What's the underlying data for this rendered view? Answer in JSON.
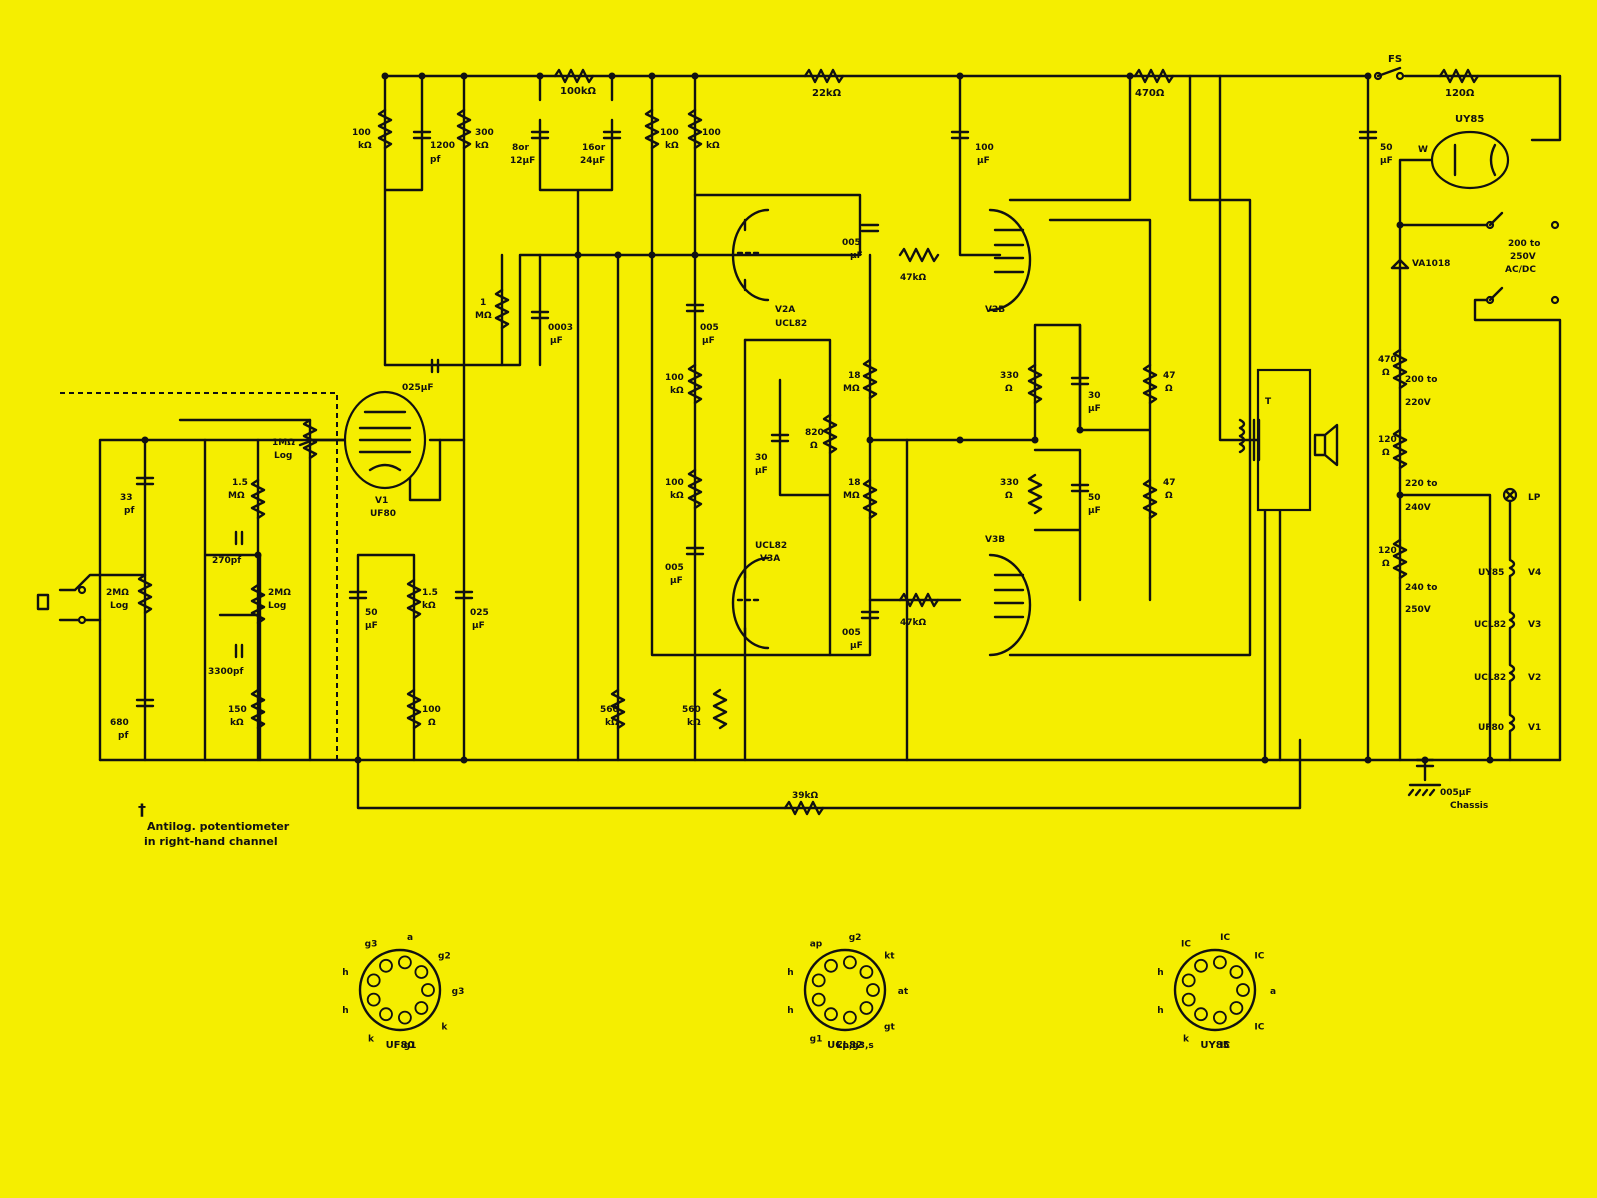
{
  "colors": {
    "background": "#f5ee00",
    "ink": "#111111"
  },
  "labels": {
    "r_100k_top": "100kΩ",
    "r_22k": "22kΩ",
    "r_470_top": "470Ω",
    "r_120_top": "120Ω",
    "fs": "FS",
    "uy85_top": "UY85",
    "r_100_v1a": "100",
    "r_100_v1b": "kΩ",
    "c_1200a": "1200",
    "c_1200b": "pf",
    "r_300a": "300",
    "r_300b": "kΩ",
    "c_8a": "8or",
    "c_8b": "12µF",
    "c_16a": "16or",
    "c_16b": "24µF",
    "r_100_b1": "100",
    "r_100_b2": "kΩ",
    "r_100_c1": "100",
    "r_100_c2": "kΩ",
    "c_100uf_a": "100",
    "c_100uf_b": "µF",
    "c_50_top_a": "50",
    "c_50_top_b": "µF",
    "r_1m_a": "1",
    "r_1m_b": "MΩ",
    "c_0003a": "0003",
    "c_0003b": "µF",
    "c_025a": "025µF",
    "c_005_v2a_a": "005",
    "c_005_v2a_b": "µF",
    "r_47k_a": "47kΩ",
    "v2a": "V2A",
    "ucl82_a": "UCL82",
    "v2b": "V2B",
    "c_005_left_a": "005",
    "c_005_left_b": "µF",
    "r_100k_mid_a": "100",
    "r_100k_mid_b": "kΩ",
    "r_18m_a1": "18",
    "r_18m_a2": "MΩ",
    "c_30a": "30",
    "c_30b": "µF",
    "r_820a": "820",
    "r_820b": "Ω",
    "r_330a": "330",
    "r_330b": "Ω",
    "c_30r_a": "30",
    "c_30r_b": "µF",
    "r_47a": "47",
    "r_47b": "Ω",
    "pot_1m_a": "1MΩ",
    "pot_1m_b": "Log",
    "v1": "V1",
    "uf80": "UF80",
    "r_15m_a": "1.5",
    "r_15m_b": "MΩ",
    "c_33a": "33",
    "c_33b": "pf",
    "c_270": "270pf",
    "pot_2m_a1": "2MΩ",
    "pot_2m_a2": "Log",
    "pot_2m_b1": "2MΩ",
    "pot_2m_b2": "Log",
    "c_3300": "3300pf",
    "c_680a": "680",
    "c_680b": "pf",
    "r_150a": "150",
    "r_150b": "kΩ",
    "c_50_mid_a": "50",
    "c_50_mid_b": "µF",
    "r_15k_a": "1.5",
    "r_15k_b": "kΩ",
    "c_025b_a": "025",
    "c_025b_b": "µF",
    "r_100_low_a": "100",
    "r_100_low_b": "Ω",
    "r_100k_low_a": "100",
    "r_100k_low_b": "kΩ",
    "c_005_low_a": "005",
    "c_005_low_b": "µF",
    "ucl82_b": "UCL82",
    "v3a": "V3A",
    "r_18m_b1": "18",
    "r_18m_b2": "MΩ",
    "r_47k_b": "47kΩ",
    "v3b": "V3B",
    "c_005_right_a": "005",
    "c_005_right_b": "µF",
    "r_330_low_a": "330",
    "r_330_low_b": "Ω",
    "c_50r_a": "50",
    "c_50r_b": "µF",
    "r_47_low_a": "47",
    "r_47_low_b": "Ω",
    "trans": "T",
    "r_560a": "560",
    "r_560b": "kΩ",
    "r_560c": "560",
    "r_560d": "kΩ",
    "r_39k": "39kΩ",
    "w": "W",
    "va1018": "VA1018",
    "volts_200_1": "200 to",
    "volts_200_2": "250V",
    "volts_200_3": "AC/DC",
    "r_470b_a": "470",
    "r_470b_b": "Ω",
    "tap_200": "200 to",
    "tap_220": "220V",
    "r_120b_a": "120",
    "r_120b_b": "Ω",
    "tap_220b": "220 to",
    "tap_240": "240V",
    "r_120c_a": "120",
    "r_120c_b": "Ω",
    "tap_240b": "240 to",
    "tap_250": "250V",
    "lp": "LP",
    "h_uy85": "UY85",
    "h_v4": "V4",
    "h_ucl82a": "UCL82",
    "h_v3": "V3",
    "h_ucl82b": "UCL82",
    "h_v2": "V2",
    "h_uf80": "UF80",
    "h_v1": "V1",
    "chassis_a": "005µF",
    "chassis_b": "Chassis",
    "note_line1": "Antilog. potentiometer",
    "note_line2": "in right-hand channel",
    "note_mark": "†"
  },
  "base_uf80": {
    "title": "UF80",
    "pins": [
      "h",
      "h",
      "g3",
      "a",
      "g2",
      "g3",
      "k",
      "g1",
      "k"
    ]
  },
  "base_ucl82": {
    "title": "UCL82",
    "pins": [
      "h",
      "h",
      "ap",
      "g2",
      "kt",
      "at",
      "gt",
      "kp,g3,s",
      "g1"
    ]
  },
  "base_uy85": {
    "title": "UY85",
    "pins": [
      "h",
      "h",
      "IC",
      "IC",
      "IC",
      "a",
      "IC",
      "IC",
      "k"
    ]
  }
}
